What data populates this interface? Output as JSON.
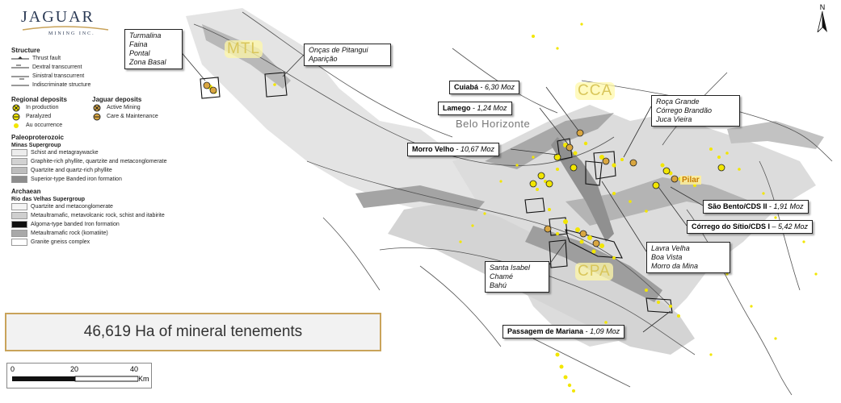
{
  "logo": {
    "main": "JAGUAR",
    "sub": "MINING INC."
  },
  "north_label": "N",
  "legend": {
    "structure_title": "Structure",
    "structure_items": [
      "Thrust fault",
      "Dextral transcurrent",
      "Sinistral transcurrent",
      "Indiscriminate structure"
    ],
    "regional_title": "Regional deposits",
    "regional_items": [
      "In production",
      "Paralyzed",
      "Au occurrence"
    ],
    "jaguar_title": "Jaguar deposits",
    "jaguar_items": [
      "Active Mining",
      "Care & Maintenance"
    ],
    "paleo_title": "Paleoproterozoic",
    "paleo_sub": "Minas Supergroup",
    "paleo_items": [
      {
        "label": "Schist and metagraywacke",
        "color": "#ececec"
      },
      {
        "label": "Graphite-rich phyllite, quartzite and metaconglomerate",
        "color": "#d2d2d2"
      },
      {
        "label": "Quartzite and quartz-rich phyllite",
        "color": "#bdbdbd"
      },
      {
        "label": "Superior-type Banded iron formation",
        "color": "#8d8d8d"
      }
    ],
    "arch_title": "Archaean",
    "arch_sub": "Rio das Velhas Supergroup",
    "arch_items": [
      {
        "label": "Quartzite and metaconglomerate",
        "color": "#f4f4f4"
      },
      {
        "label": "Metaultramafic, metavolcanic rock, schist and itabirite",
        "color": "#cfcfcf"
      },
      {
        "label": "Algoma-type banded Iron formation",
        "color": "#111111"
      },
      {
        "label": "Metaultramafic rock (komatiite)",
        "color": "#a9a9a9"
      },
      {
        "label": "Granite gneiss complex",
        "color": "#ffffff"
      }
    ]
  },
  "tenements_text": "46,619 Ha of mineral tenements",
  "scale": {
    "labels": [
      "0",
      "20",
      "40"
    ],
    "unit": "Km"
  },
  "regions": [
    "MTL",
    "CCA",
    "CPA"
  ],
  "city": "Belo Horizonte",
  "pilar": "Pilar",
  "callouts": {
    "turmalina": [
      "Turmalina",
      "Faina",
      "Pontal",
      "Zona Basal"
    ],
    "oncas": [
      "Onças de Pitangui",
      "Aparição"
    ],
    "roca": [
      "Roça Grande",
      "Córrego Brandão",
      "Juca Vieira"
    ],
    "lavra": [
      "Lavra Velha",
      "Boa Vista",
      "Morro da Mina"
    ],
    "santa": [
      "Santa Isabel",
      "Chamé",
      "Bahú"
    ]
  },
  "deposits": [
    {
      "name": "Cuiabá",
      "value": "6,30 Moz"
    },
    {
      "name": "Lamego",
      "value": "1,24 Moz"
    },
    {
      "name": "Morro Velho",
      "value": "10,67 Moz"
    },
    {
      "name": "São Bento/CDS II",
      "value": "1,91 Moz"
    },
    {
      "name": "Córrego do Sítio/CDS I",
      "value": "5,42 Moz"
    },
    {
      "name": "Passagem de Mariana",
      "value": "1,09 Moz"
    }
  ],
  "colors": {
    "accent": "#f2e600",
    "frame": "#c9a35a",
    "geology_dark": "#9a9a9a",
    "geology_light": "#dcdcdc"
  }
}
